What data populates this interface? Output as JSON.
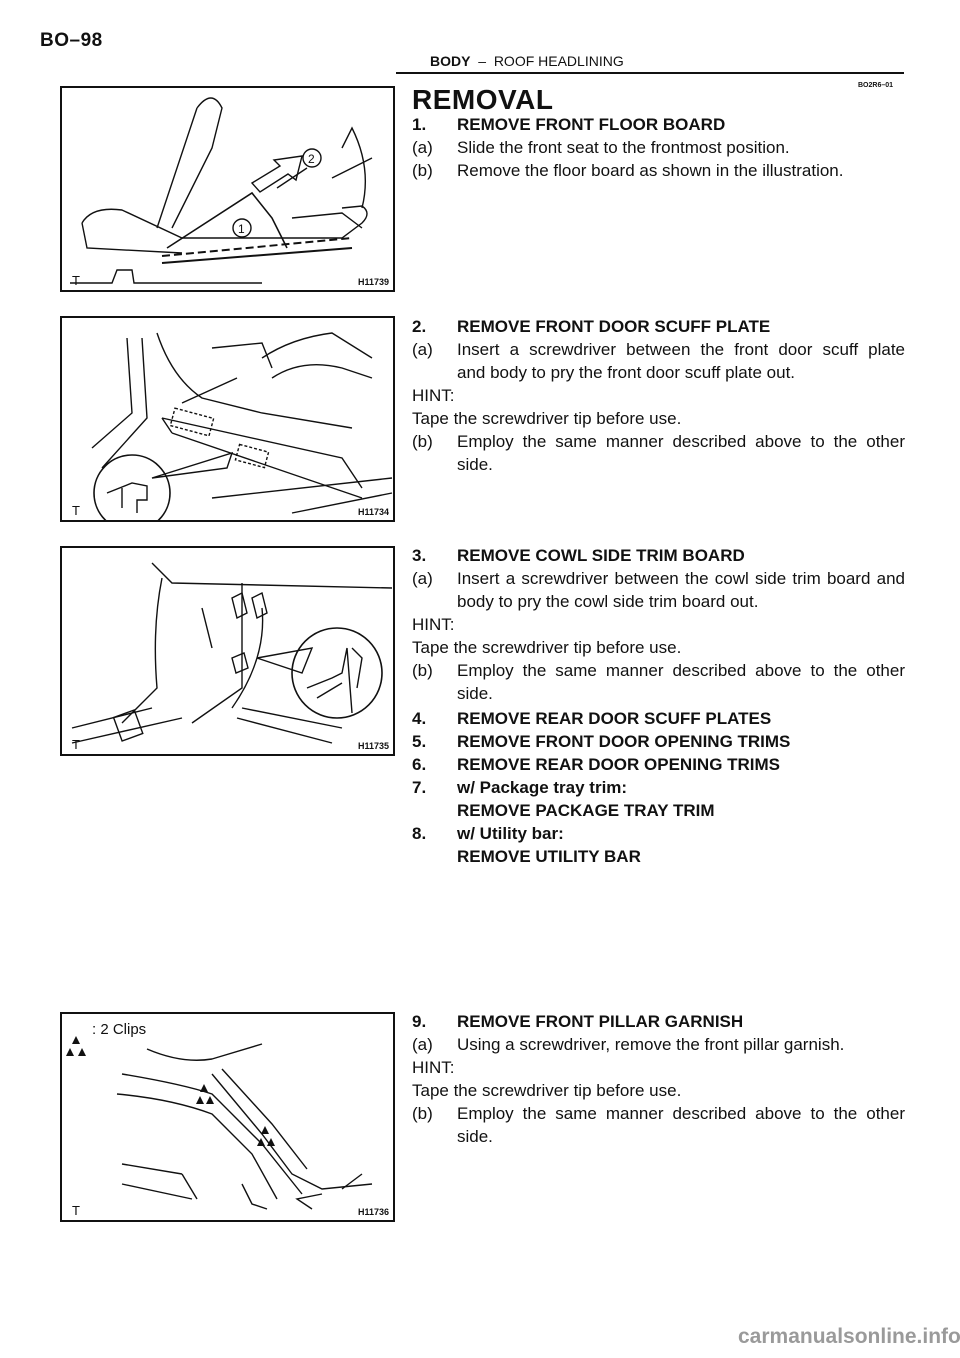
{
  "page_code": "BO–98",
  "header": {
    "section": "BODY",
    "separator": "–",
    "topic": "ROOF HEADLINING"
  },
  "ref_code": "BO2R6–01",
  "section_title": "REMOVAL",
  "figures": [
    {
      "id": "H11739",
      "corner": "T",
      "callouts": [
        "1",
        "2"
      ]
    },
    {
      "id": "H11734",
      "corner": "T"
    },
    {
      "id": "H11735",
      "corner": "T"
    },
    {
      "id": "H11736",
      "corner": "T",
      "caption": ": 2 Clips"
    }
  ],
  "steps": {
    "s1": {
      "num": "1.",
      "text": "REMOVE FRONT FLOOR BOARD"
    },
    "s1a": {
      "num": "(a)",
      "text": "Slide the front seat to the frontmost position."
    },
    "s1b": {
      "num": "(b)",
      "text": "Remove the floor board as shown in the illustration."
    },
    "s2": {
      "num": "2.",
      "text": "REMOVE FRONT DOOR SCUFF PLATE"
    },
    "s2a": {
      "num": "(a)",
      "line1": "Insert a screwdriver between the front door scuff plate",
      "line2": "and body to pry the front door scuff plate out."
    },
    "s2_hint": "HINT:",
    "s2_hint_text": "Tape the screwdriver tip before use.",
    "s2b": {
      "num": "(b)",
      "line1": "Employ the same manner described above to the other",
      "line2": "side."
    },
    "s3": {
      "num": "3.",
      "text": "REMOVE COWL SIDE TRIM BOARD"
    },
    "s3a": {
      "num": "(a)",
      "line1": "Insert a screwdriver between the cowl side trim board and",
      "line2": "body to pry the cowl side trim board out."
    },
    "s3_hint": "HINT:",
    "s3_hint_text": "Tape the screwdriver tip before use.",
    "s3b": {
      "num": "(b)",
      "line1": "Employ the same manner described above to the other",
      "line2": "side."
    },
    "s4": {
      "num": "4.",
      "text": "REMOVE REAR DOOR SCUFF PLATES"
    },
    "s5": {
      "num": "5.",
      "text": "REMOVE FRONT DOOR OPENING TRIMS"
    },
    "s6": {
      "num": "6.",
      "text": "REMOVE REAR DOOR OPENING TRIMS"
    },
    "s7": {
      "num": "7.",
      "line1": "w/ Package tray trim:",
      "line2": "REMOVE PACKAGE TRAY TRIM"
    },
    "s8": {
      "num": "8.",
      "line1": "w/ Utility bar:",
      "line2": "REMOVE UTILITY BAR"
    },
    "s9": {
      "num": "9.",
      "text": "REMOVE FRONT PILLAR GARNISH"
    },
    "s9a": {
      "num": "(a)",
      "text": "Using a screwdriver, remove the front pillar garnish."
    },
    "s9_hint": "HINT:",
    "s9_hint_text": "Tape the screwdriver tip before use.",
    "s9b": {
      "num": "(b)",
      "line1": "Employ the same manner described above to the other",
      "line2": "side."
    }
  },
  "watermark": "carmanualsonline.info"
}
